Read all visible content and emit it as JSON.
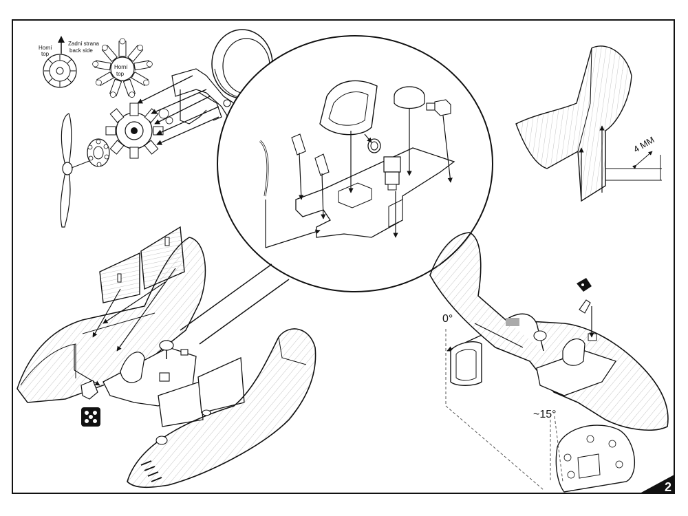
{
  "engine_callout": {
    "top_label_cz": "Horní",
    "top_label_en": "top",
    "back_label_cz": "Zadní strana",
    "back_label_en": "back side",
    "center_label_cz": "Horní",
    "center_label_en": "top"
  },
  "tail": {
    "offset_label": "4 MM"
  },
  "seat_angles": {
    "upright": "0°",
    "tilted": "~15°"
  },
  "page_number": "2"
}
